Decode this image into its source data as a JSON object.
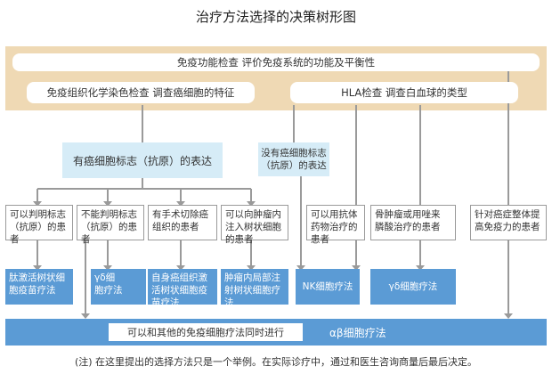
{
  "title": "治疗方法选择的决策树形图",
  "top_box": "免疫功能检查 评价免疫系统的功能及平衡性",
  "left_test": "免疫组织化学染色检查 调查癌细胞的特征",
  "right_test": "HLA检查 调查白血球的类型",
  "marker_present": "有癌细胞标志（抗原）的表达",
  "marker_absent": "没有癌细胞标志\n（抗原）的表达",
  "categories": [
    "可以判明标志\n（抗原）的患者",
    "不能判明标志\n（抗原）的患者",
    "有手术切除癌\n组织的患者",
    "可以向肿瘤内\n注入树状细胞\n的患者",
    "可以用抗体\n药物治疗的\n患者",
    "骨肿瘤或用唑来\n膦酸治疗的患者",
    "针对癌症整体提\n高免疫力的患者"
  ],
  "therapies": [
    "肽激活树状细\n胞疫苗疗法",
    "γδ细\n胞疗法",
    "自身癌组织激\n活树状细胞疫\n苗疗法",
    "肿瘤内局部注\n射树状细胞疗法",
    "NK细胞疗法",
    "γδ细胞疗法"
  ],
  "combined": "可以和其他的免疫细胞疗法同时进行",
  "alpha_beta": "αβ细胞疗法",
  "note": "(注) 在这里提出的选择方法只是一个举例。在实际诊疗中，通过和医生咨询商量后最后决定。"
}
